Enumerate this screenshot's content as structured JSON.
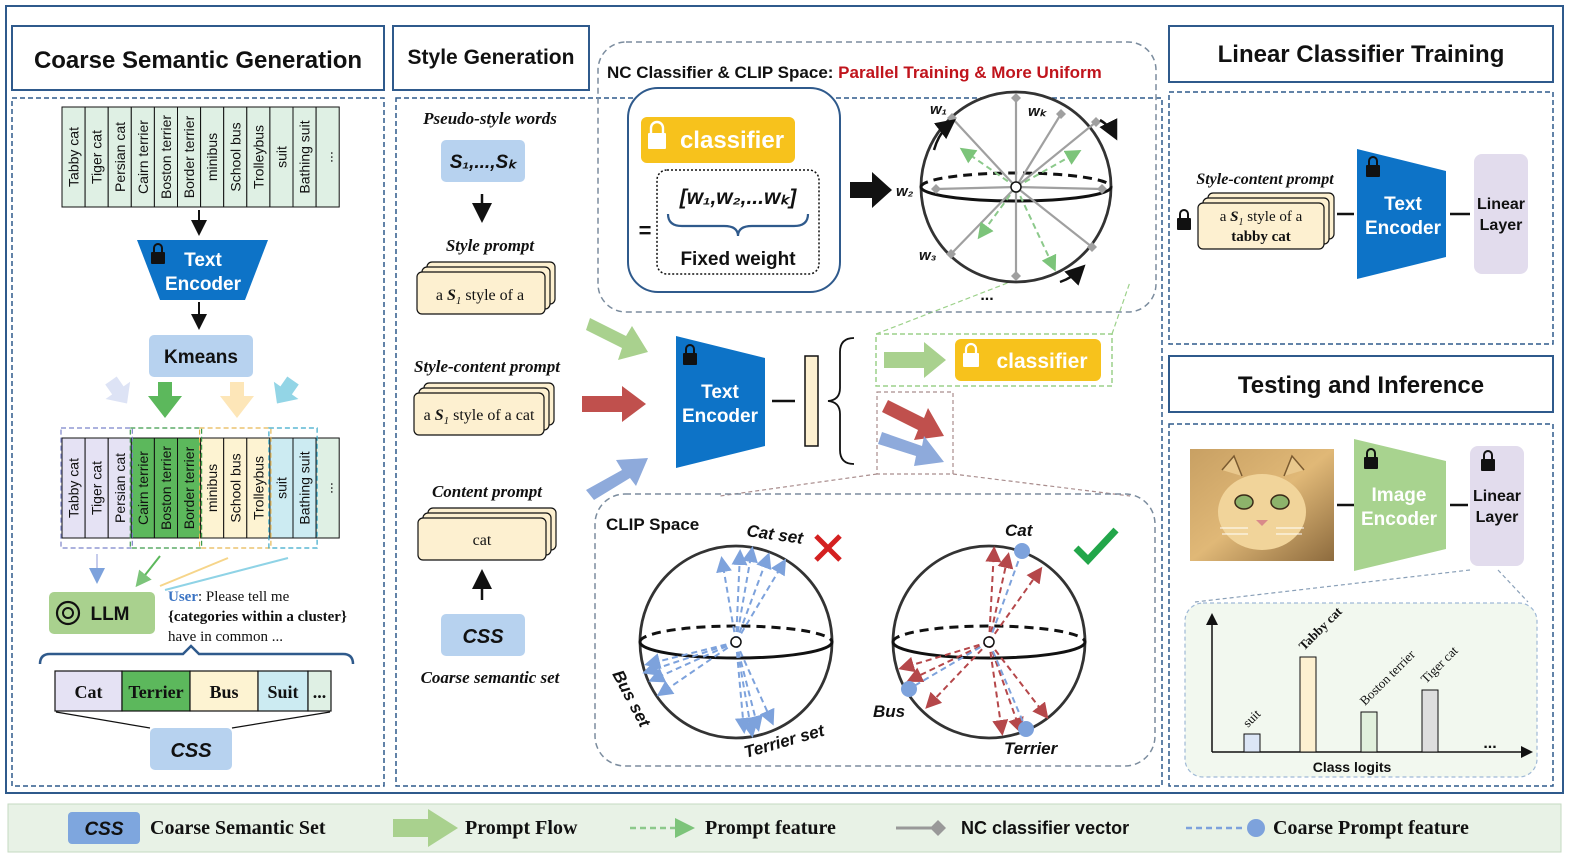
{
  "panels": {
    "coarse_title": "Coarse Semantic Generation",
    "style_title": "Style Generation",
    "linear_title": "Linear Classifier Training",
    "testing_title": "Testing and Inference"
  },
  "coarse": {
    "categories": [
      "Tabby cat",
      "Tiger cat",
      "Persian cat",
      "Cairn terrier",
      "Boston terrier",
      "Border terrier",
      "minibus",
      "School bus",
      "Trolleybus",
      "suit",
      "Bathing suit",
      "..."
    ],
    "text_encoder": [
      "Text",
      "Encoder"
    ],
    "kmeans": "Kmeans",
    "llm": "LLM",
    "user_label": "User",
    "user_line1": ": Please tell me",
    "user_line2": "{categories within a cluster}",
    "user_line3": "have in common ...",
    "css_items": [
      "Cat",
      "Terrier",
      "Bus",
      "Suit",
      "..."
    ],
    "css": "CSS"
  },
  "style": {
    "pseudo_label": "Pseudo-style words",
    "pseudo_words": "S₁,...,Sₖ",
    "style_prompt_label": "Style prompt",
    "style_prompt_pre": "a ",
    "style_prompt_word": "S",
    "style_prompt_sub": "1",
    "style_prompt_post": " style of a",
    "sc_label": "Style-content prompt",
    "sc_post": " style of a cat",
    "content_label": "Content prompt",
    "content_text": "cat",
    "css": "CSS",
    "css_set_label": "Coarse semantic set"
  },
  "nc": {
    "title_black": "NC Classifier & CLIP Space: ",
    "title_red": "Parallel Training & More Uniform",
    "classifier": "classifier",
    "weights": "[w₁,w₂,...wₖ]",
    "equals": "=",
    "fixed_weight": "Fixed weight",
    "w1": "w₁",
    "wk": "wₖ",
    "w2": "w₂",
    "w3": "w₃",
    "dots": "..."
  },
  "center": {
    "text_encoder": [
      "Text",
      "Encoder"
    ],
    "classifier": "classifier"
  },
  "clip": {
    "title": "CLIP Space",
    "cat_set": "Cat set",
    "bus_set": "Bus set",
    "terrier_set": "Terrier set",
    "cat": "Cat",
    "bus": "Bus",
    "terrier": "Terrier"
  },
  "linear": {
    "sc_label": "Style-content prompt",
    "prompt_line1_pre": "a ",
    "prompt_line1_word": "S",
    "prompt_line1_sub": "1",
    "prompt_line1_post": " style of a",
    "prompt_line2": "tabby cat",
    "text_encoder": [
      "Text",
      "Encoder"
    ],
    "linear_layer": [
      "Linear",
      "Layer"
    ]
  },
  "testing": {
    "image_encoder": [
      "Image",
      "Encoder"
    ],
    "linear_layer": [
      "Linear",
      "Layer"
    ],
    "x_axis_label": "Class logits",
    "more": "..."
  },
  "chart_data": {
    "type": "bar",
    "categories": [
      "suit",
      "Tabby cat",
      "Boston terrier",
      "Tiger cat"
    ],
    "values": [
      0.18,
      0.95,
      0.4,
      0.62
    ],
    "colors": [
      "#dce6f6",
      "#fdf0d0",
      "#e1f0dc",
      "#dedede"
    ],
    "xlabel": "Class logits",
    "ylim": [
      0,
      1
    ]
  },
  "legend": {
    "css": "CSS",
    "css_label": "Coarse Semantic Set",
    "prompt_flow": "Prompt Flow",
    "prompt_feature": "Prompt feature",
    "nc_vector": "NC classifier vector",
    "coarse_prompt_feature": "Coarse Prompt feature"
  },
  "colors": {
    "border_blue": "#2f5a8c",
    "encoder_blue": "#0d73c7",
    "image_encoder_green": "#a8d38f",
    "classifier_yellow": "#f7c21c",
    "linear_layer_purple": "#e2dced",
    "arrow_green": "#9cd18a",
    "arrow_red": "#c0504d",
    "arrow_blue": "#8eaadb",
    "cell_green": "#dff0e4",
    "cell_purple": "#e5e2f4",
    "cell_yellow": "#fdf3d2",
    "cell_teal": "#ccebf2",
    "title_red": "#c0141c"
  }
}
